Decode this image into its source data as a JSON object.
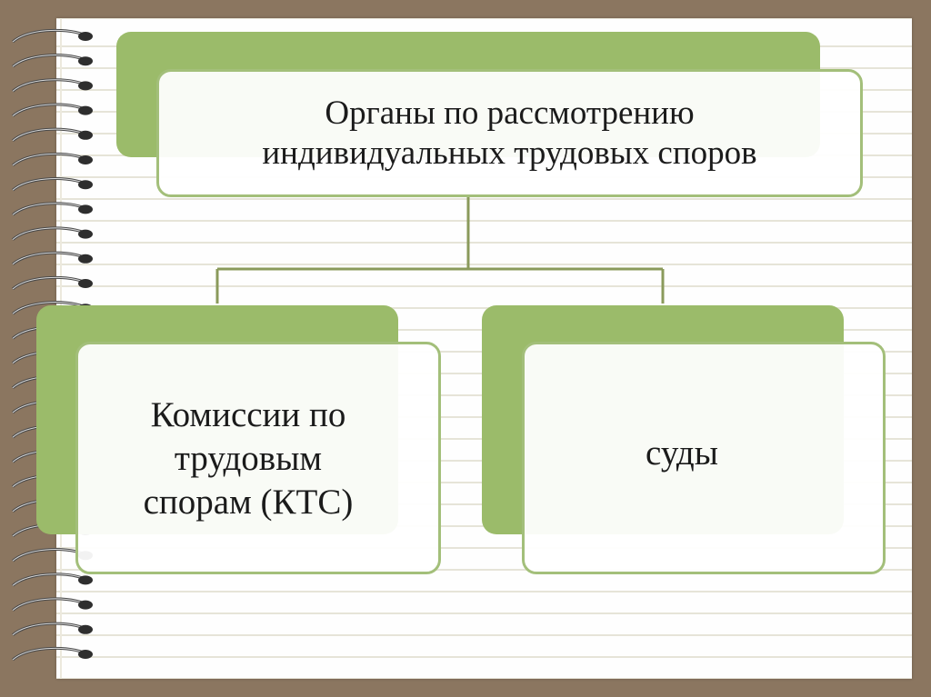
{
  "diagram": {
    "root": {
      "label": "Органы по рассмотрению\nиндивидуальных трудовых споров"
    },
    "children": [
      {
        "label": "Комиссии по\nтрудовым\nспорам (КТС)"
      },
      {
        "label": "суды"
      }
    ]
  },
  "colors": {
    "background": "#8b7660",
    "paper": "#fefefe",
    "accent_green": "#9bbb6a",
    "card_border": "#a3bf7a",
    "connector": "#8a9a5b"
  }
}
